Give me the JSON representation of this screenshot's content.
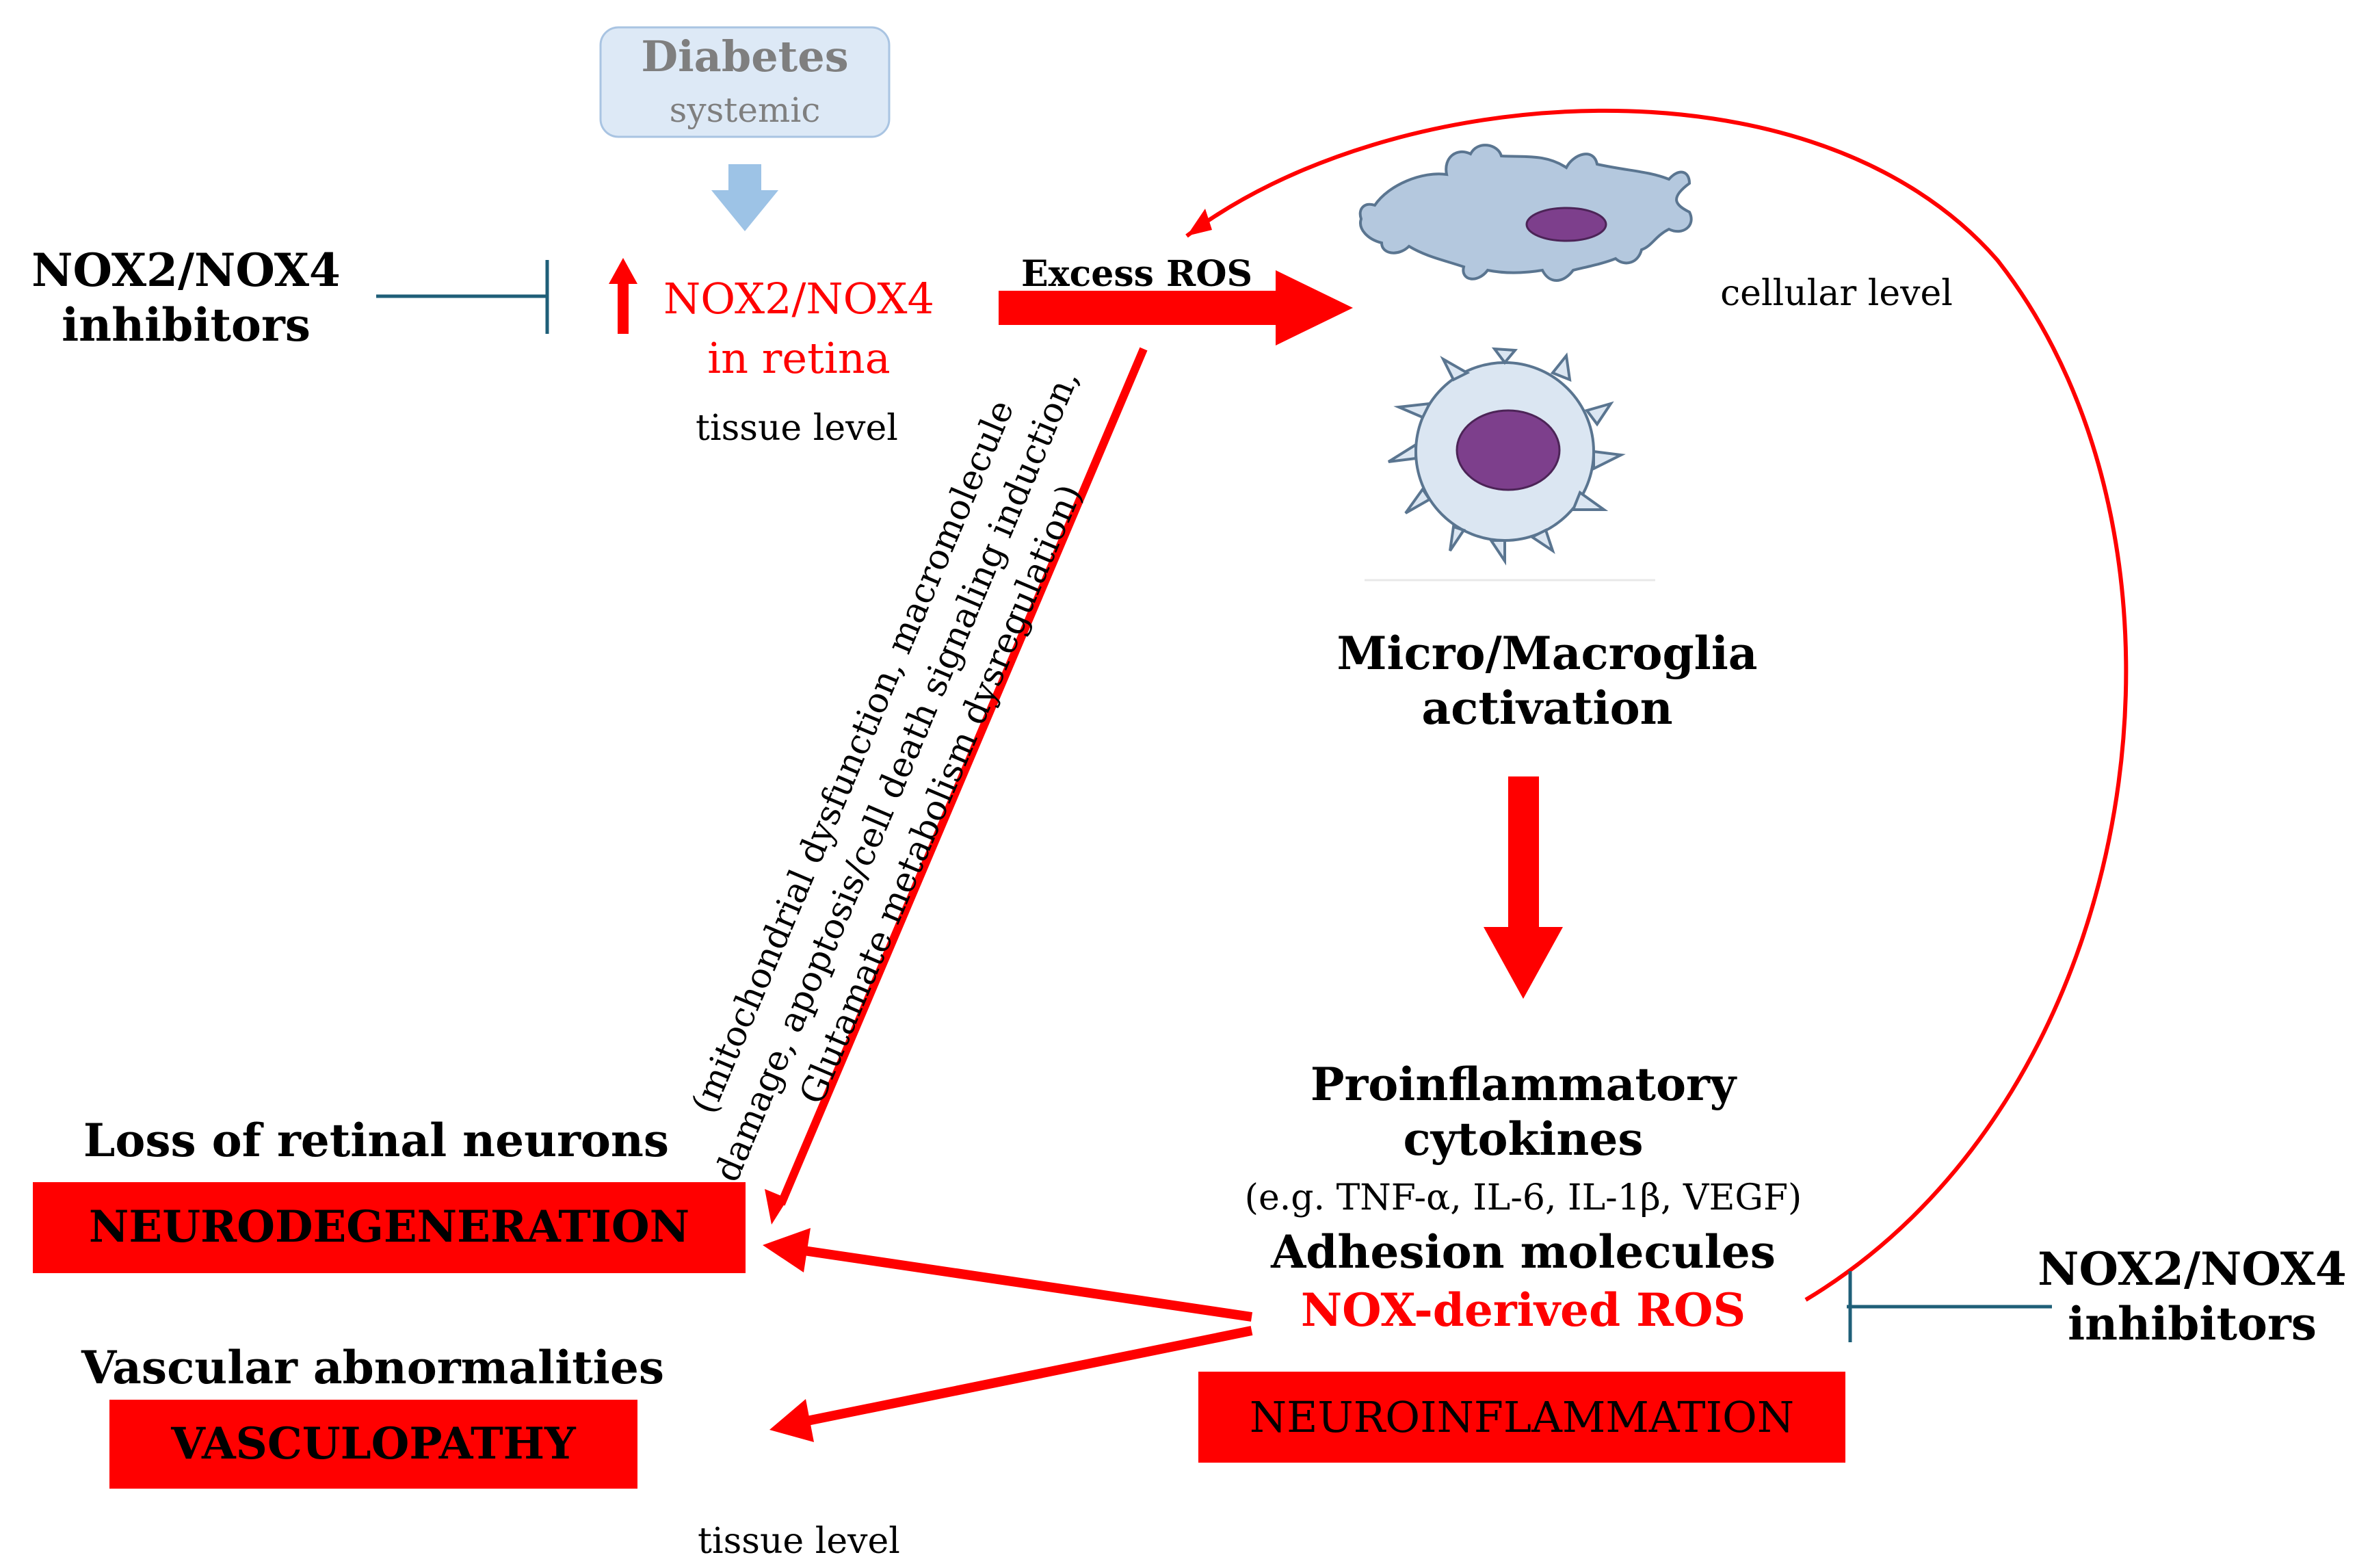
{
  "diabetes": {
    "title": "Diabetes",
    "subtitle": "systemic"
  },
  "inhibitor_left": {
    "line1": "NOX2/NOX4",
    "line2": "inhibitors"
  },
  "inhibitor_right": {
    "line1": "NOX2/NOX4",
    "line2": "inhibitors"
  },
  "nox_retina": {
    "line1": "NOX2/NOX4",
    "line2": "in retina"
  },
  "excess_ros": "Excess ROS",
  "level_labels": {
    "tissue_top": "tissue level",
    "cellular": "cellular level",
    "tissue_bottom": "tissue level"
  },
  "mechanism_text": [
    "(mitochondrial dysfunction, macromolecule",
    "damage, apoptosis/cell death signaling induction,",
    "Glutamate metabolism dysregulation)"
  ],
  "glia": {
    "line1": "Micro/Macroglia",
    "line2": "activation"
  },
  "cytokines": {
    "line1": "Proinflammatory",
    "line2": "cytokines",
    "examples": "(e.g. TNF-α, IL-6, IL-1β, VEGF)",
    "adhesion": "Adhesion molecules",
    "nox_ros": "NOX-derived ROS"
  },
  "neuroinflammation": "NEUROINFLAMMATION",
  "loss_neurons": "Loss of retinal neurons",
  "neurodegeneration": "NEURODEGENERATION",
  "vascular": "Vascular abnormalities",
  "vasculopathy": "VASCULOPATHY",
  "colors": {
    "accent_red": "#ff0000",
    "box_red": "#ff0000",
    "inhibitor_teal": "#1f5f78",
    "diabetes_box": "#dde9f6",
    "diabetes_arrow": "#9dc3e6",
    "cell_fill": "#b4c8de",
    "cell_stroke": "#5a7590",
    "nucleus": "#7d3f8c"
  }
}
